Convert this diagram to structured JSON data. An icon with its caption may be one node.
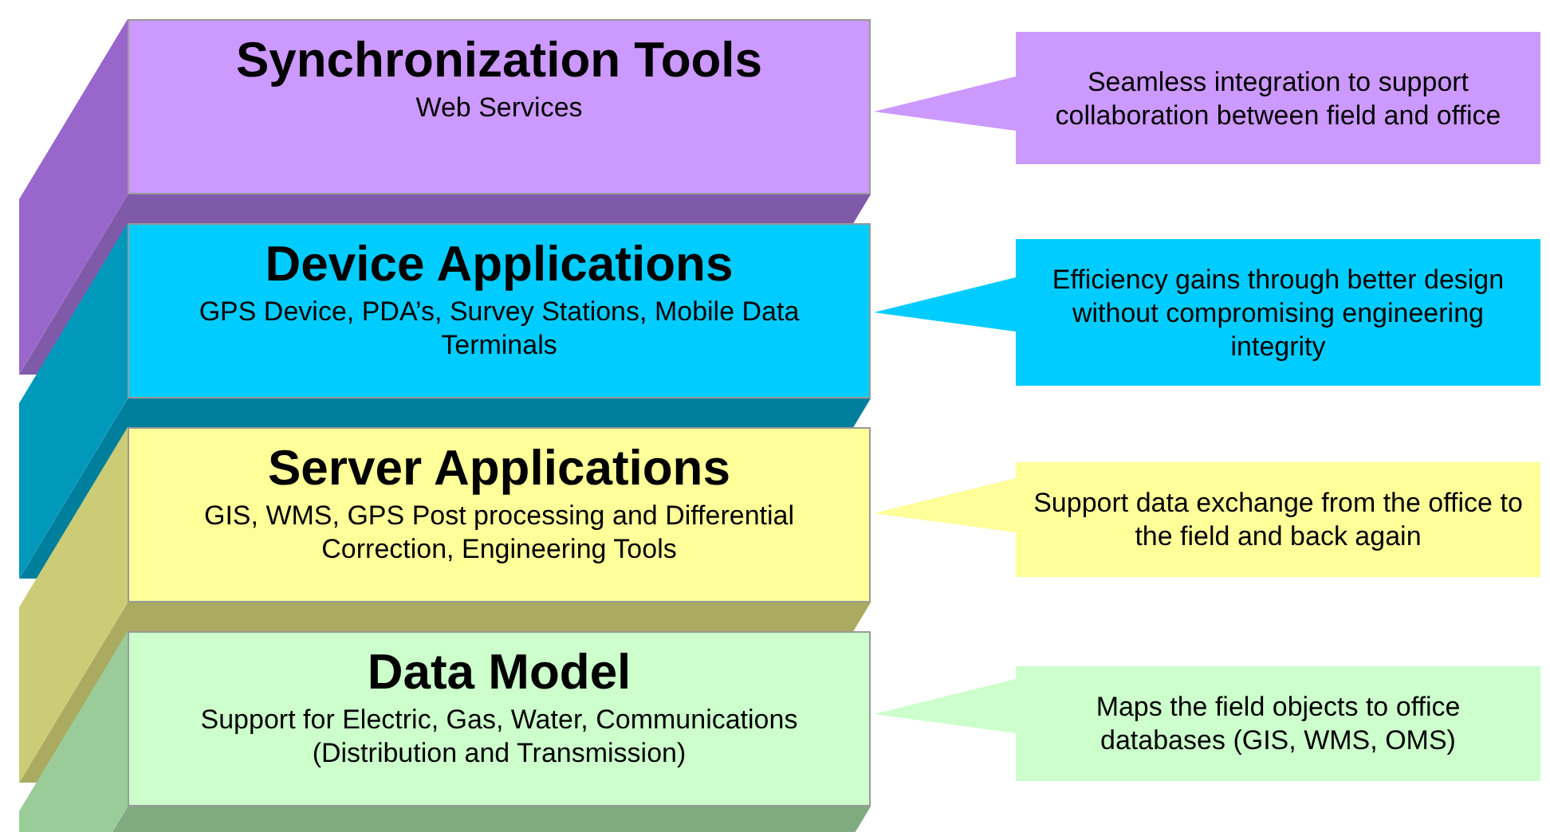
{
  "diagram": {
    "nodes": [
      {
        "text": [
          "Synchronization Tools",
          "Web Services"
        ]
      },
      {
        "text": [
          "Device Applications",
          "GPS Device, PDA’s, Survey Stations, Mobile Data Terminals"
        ]
      },
      {
        "text": [
          "Server Applications",
          "GIS, WMS, GPS Post processing and Differential Correction, Engineering Tools"
        ]
      },
      {
        "text": [
          "Data Model",
          "Support for Electric, Gas, Water, Communications (Distribution and Transmission)"
        ]
      },
      {
        "text": [
          "Seamless integration to support collaboration between field and office"
        ]
      },
      {
        "text": [
          "Efficiency gains through better design without compromising engineering integrity"
        ]
      },
      {
        "text": [
          "Support data exchange from the office to the field and back again"
        ]
      },
      {
        "text": [
          "Maps the field objects to office databases (GIS, WMS, OMS)"
        ]
      }
    ]
  }
}
